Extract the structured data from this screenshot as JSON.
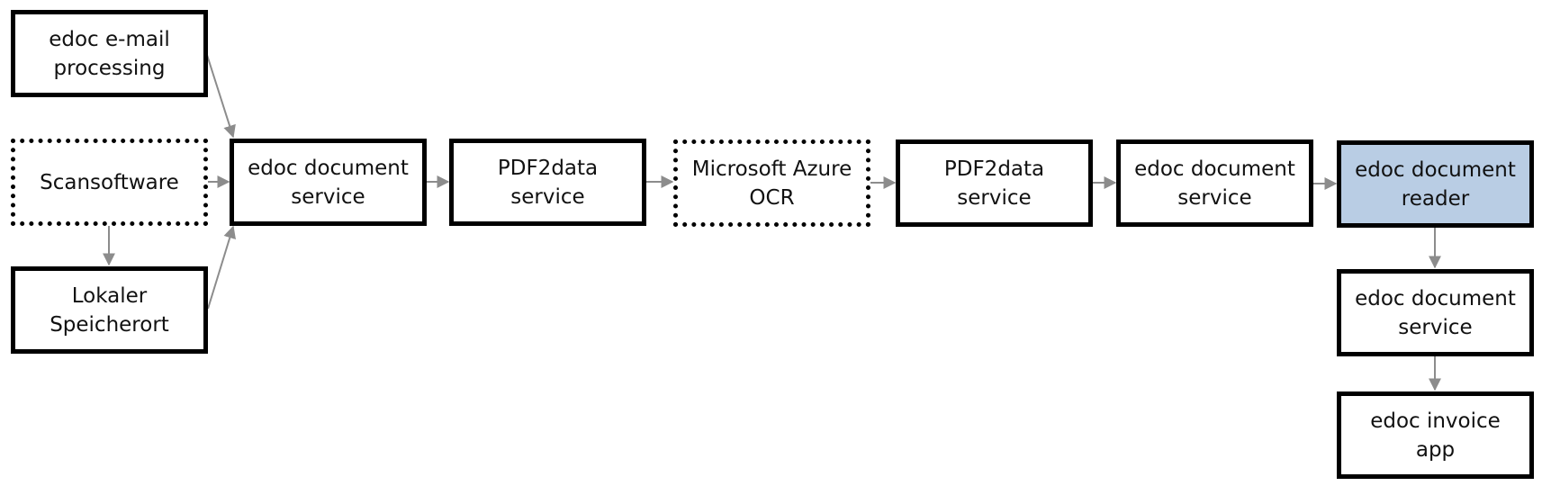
{
  "nodes": {
    "email": {
      "label": "edoc e-mail processing"
    },
    "scan": {
      "label": "Scansoftware"
    },
    "local": {
      "label": "Lokaler Speicherort"
    },
    "service1": {
      "label": "edoc document service"
    },
    "pdf1": {
      "label": "PDF2data service"
    },
    "ocr": {
      "label": "Microsoft Azure OCR"
    },
    "pdf2": {
      "label": "PDF2data service"
    },
    "service2": {
      "label": "edoc document service"
    },
    "reader": {
      "label": "edoc document reader"
    },
    "service3": {
      "label": "edoc document service"
    },
    "invoice": {
      "label": "edoc invoice app"
    }
  },
  "edges": [
    {
      "from": "email",
      "to": "service1"
    },
    {
      "from": "scan",
      "to": "service1"
    },
    {
      "from": "scan",
      "to": "local"
    },
    {
      "from": "local",
      "to": "service1"
    },
    {
      "from": "service1",
      "to": "pdf1"
    },
    {
      "from": "pdf1",
      "to": "ocr"
    },
    {
      "from": "ocr",
      "to": "pdf2"
    },
    {
      "from": "pdf2",
      "to": "service2"
    },
    {
      "from": "service2",
      "to": "reader"
    },
    {
      "from": "reader",
      "to": "service3"
    },
    {
      "from": "service3",
      "to": "invoice"
    }
  ],
  "colors": {
    "highlight_fill": "#b9cde4",
    "border": "#000000",
    "arrow": "#8c8c8c"
  }
}
